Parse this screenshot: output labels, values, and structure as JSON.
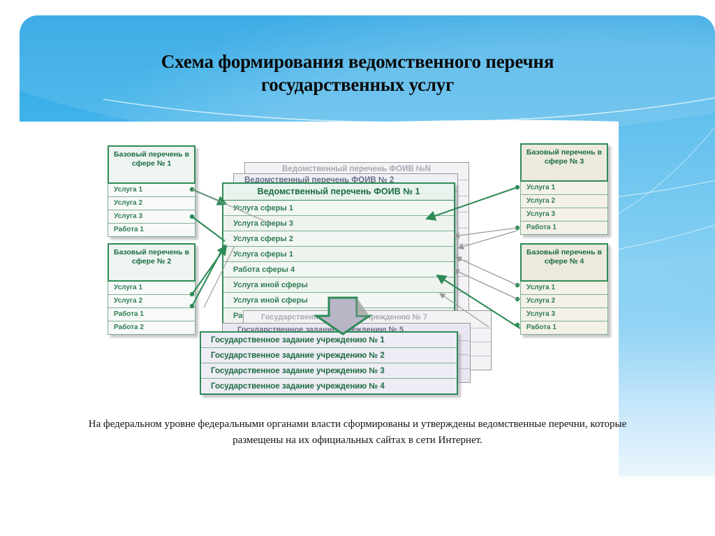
{
  "slide": {
    "title": "Схема формирования ведомственного перечня государственных услуг",
    "title_line1": "Схема формирования ведомственного перечня",
    "title_line2": "государственных услуг",
    "footer": "На федеральном уровне федеральными органами власти сформированы  и утверждены ведомственные перечни, которые размещены на их официальных сайтах в сети Интернет.",
    "accent_blue": "#29a3e3",
    "accent_green": "#2e8b57",
    "text_green": "#1a6b42",
    "ghost_gray": "#a9a9b4"
  },
  "diagram": {
    "left_panels": [
      {
        "title": "Базовый перечень в сфере № 1",
        "rows": [
          "Услуга 1",
          "Услуга 2",
          "Услуга 3",
          "Работа 1"
        ]
      },
      {
        "title": "Базовый перечень в сфере № 2",
        "rows": [
          "Услуга 1",
          "Услуга 2",
          "Работа 1",
          "Работа 2"
        ]
      }
    ],
    "right_panels": [
      {
        "title": "Базовый перечень в сфере № 3",
        "rows": [
          "Услуга 1",
          "Услуга 2",
          "Услуга 3",
          "Работа 1"
        ]
      },
      {
        "title": "Базовый перечень в сфере № 4",
        "rows": [
          "Услуга 1",
          "Услуга 2",
          "Услуга 3",
          "Работа 1"
        ]
      }
    ],
    "center_stack": {
      "back_title": "Ведомственный перечень ФОИВ №N",
      "mid_title": "Ведомственный перечень ФОИВ № 2",
      "front_title": "Ведомственный перечень ФОИВ № 1",
      "front_rows": [
        "Услуга сферы 1",
        "Услуга сферы 3",
        "Услуга сферы 2",
        "Услуга сферы 1",
        "Работа сферы 4",
        "Услуга иной сферы",
        "Услуга иной сферы",
        "Работа иной сферы"
      ]
    },
    "bottom_stack": {
      "back_title": "Государственное задание учреждению  № 7",
      "mid_title": "Государственное задание учреждению  № 5",
      "front_rows": [
        "Государственное задание учреждению  № 1",
        "Государственное задание учреждению  № 2",
        "Государственное задание учреждению  № 3",
        "Государственное задание учреждению  № 4"
      ]
    },
    "flow_arrow": "down-block-arrow"
  }
}
